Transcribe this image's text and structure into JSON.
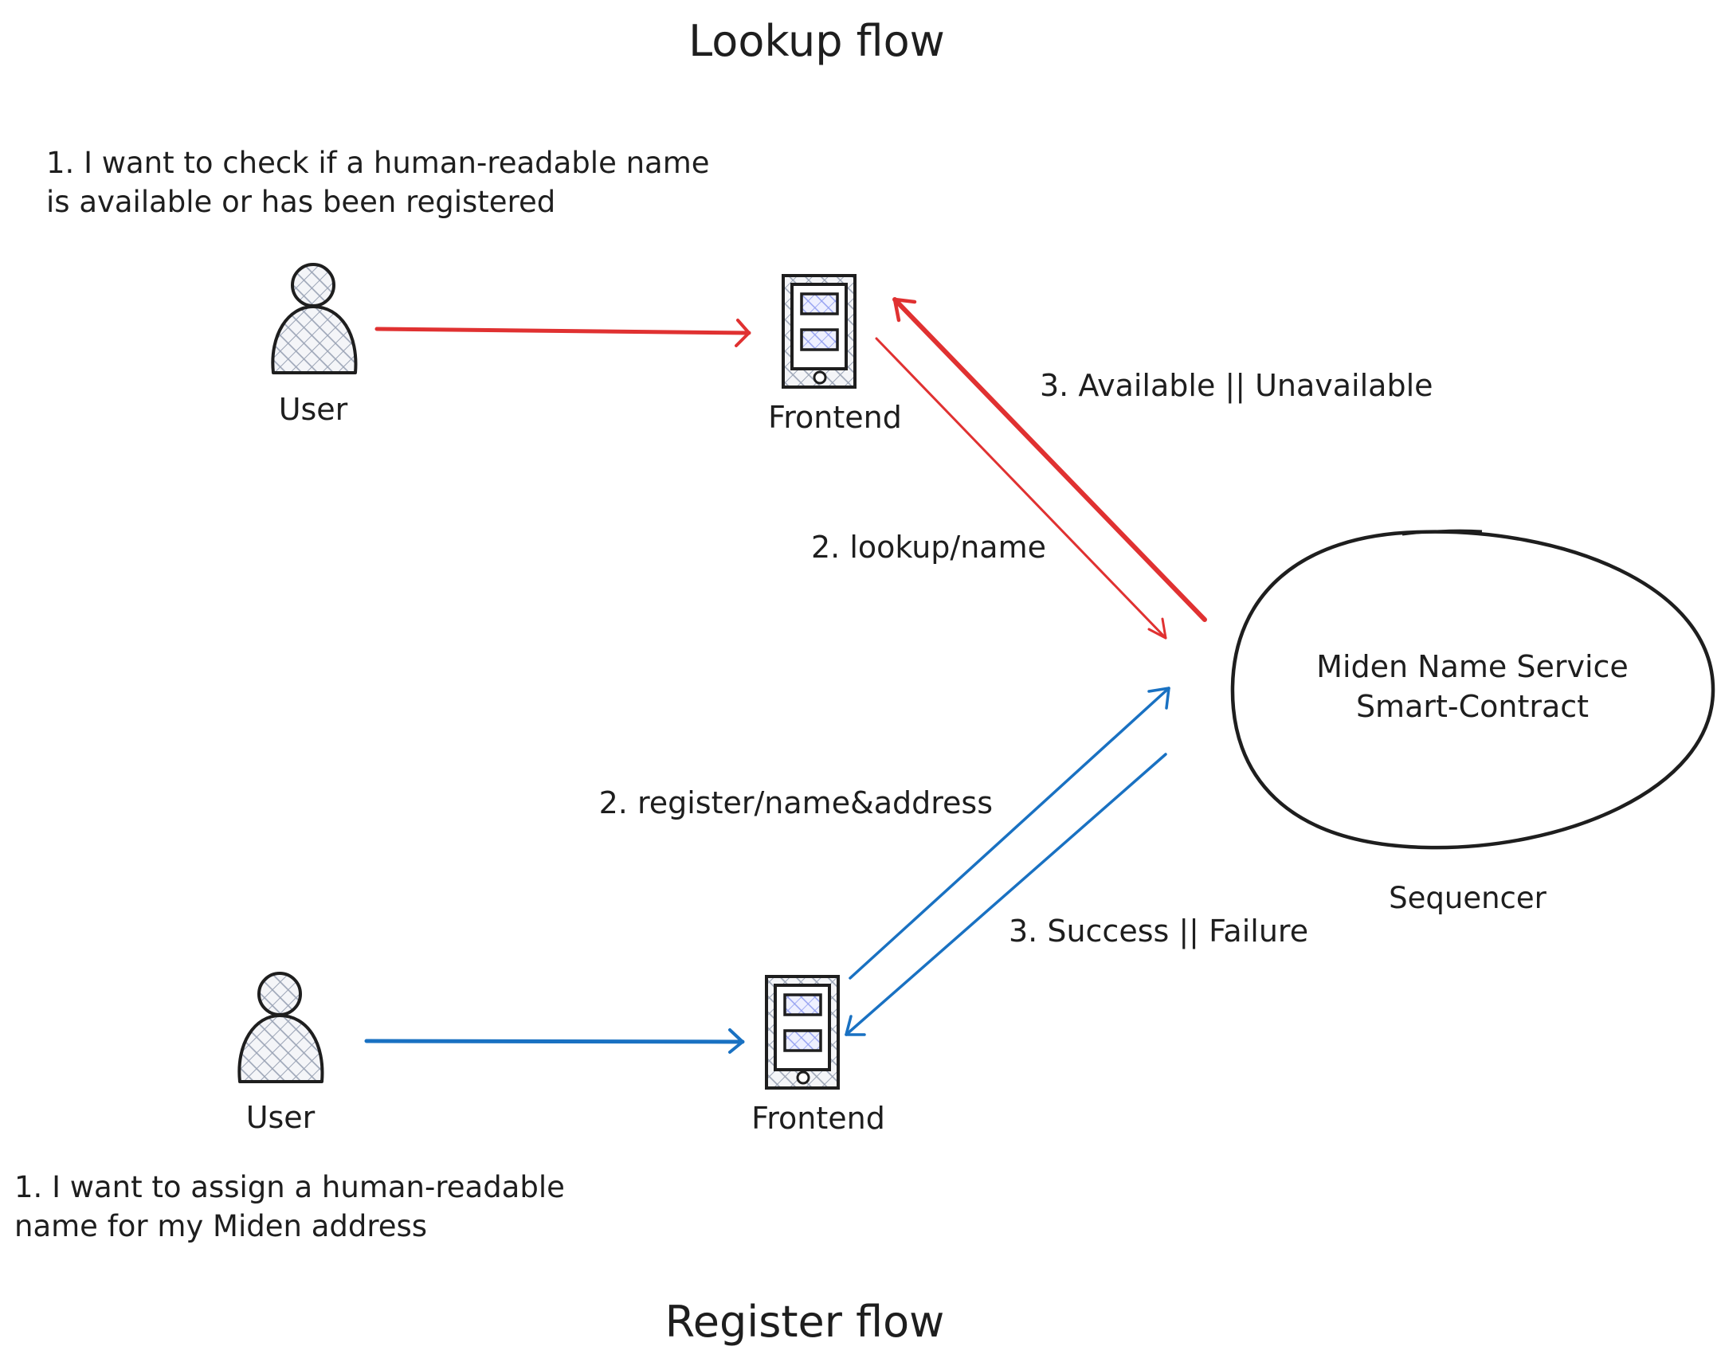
{
  "lookup": {
    "title": "Lookup flow",
    "note_line1": "1. I want to check if a human-readable name",
    "note_line2": "is available or has been registered",
    "user_label": "User",
    "frontend_label": "Frontend",
    "request_label": "2. lookup/name",
    "response_label": "3. Available || Unavailable"
  },
  "register": {
    "title": "Register flow",
    "note_line1": "1. I want to assign a human-readable",
    "note_line2": "name for my Miden address",
    "user_label": "User",
    "frontend_label": "Frontend",
    "request_label": "2. register/name&address",
    "response_label": "3. Success || Failure"
  },
  "contract": {
    "line1": "Miden Name Service",
    "line2": "Smart-Contract",
    "caption": "Sequencer"
  },
  "icons": {
    "user": "user-icon",
    "frontend": "mobile-device-icon"
  },
  "colors": {
    "lookup_arrow": "#e03131",
    "register_arrow": "#1971c2",
    "stroke": "#1e1e1e",
    "hatch_fill": "#a5b4fc"
  }
}
